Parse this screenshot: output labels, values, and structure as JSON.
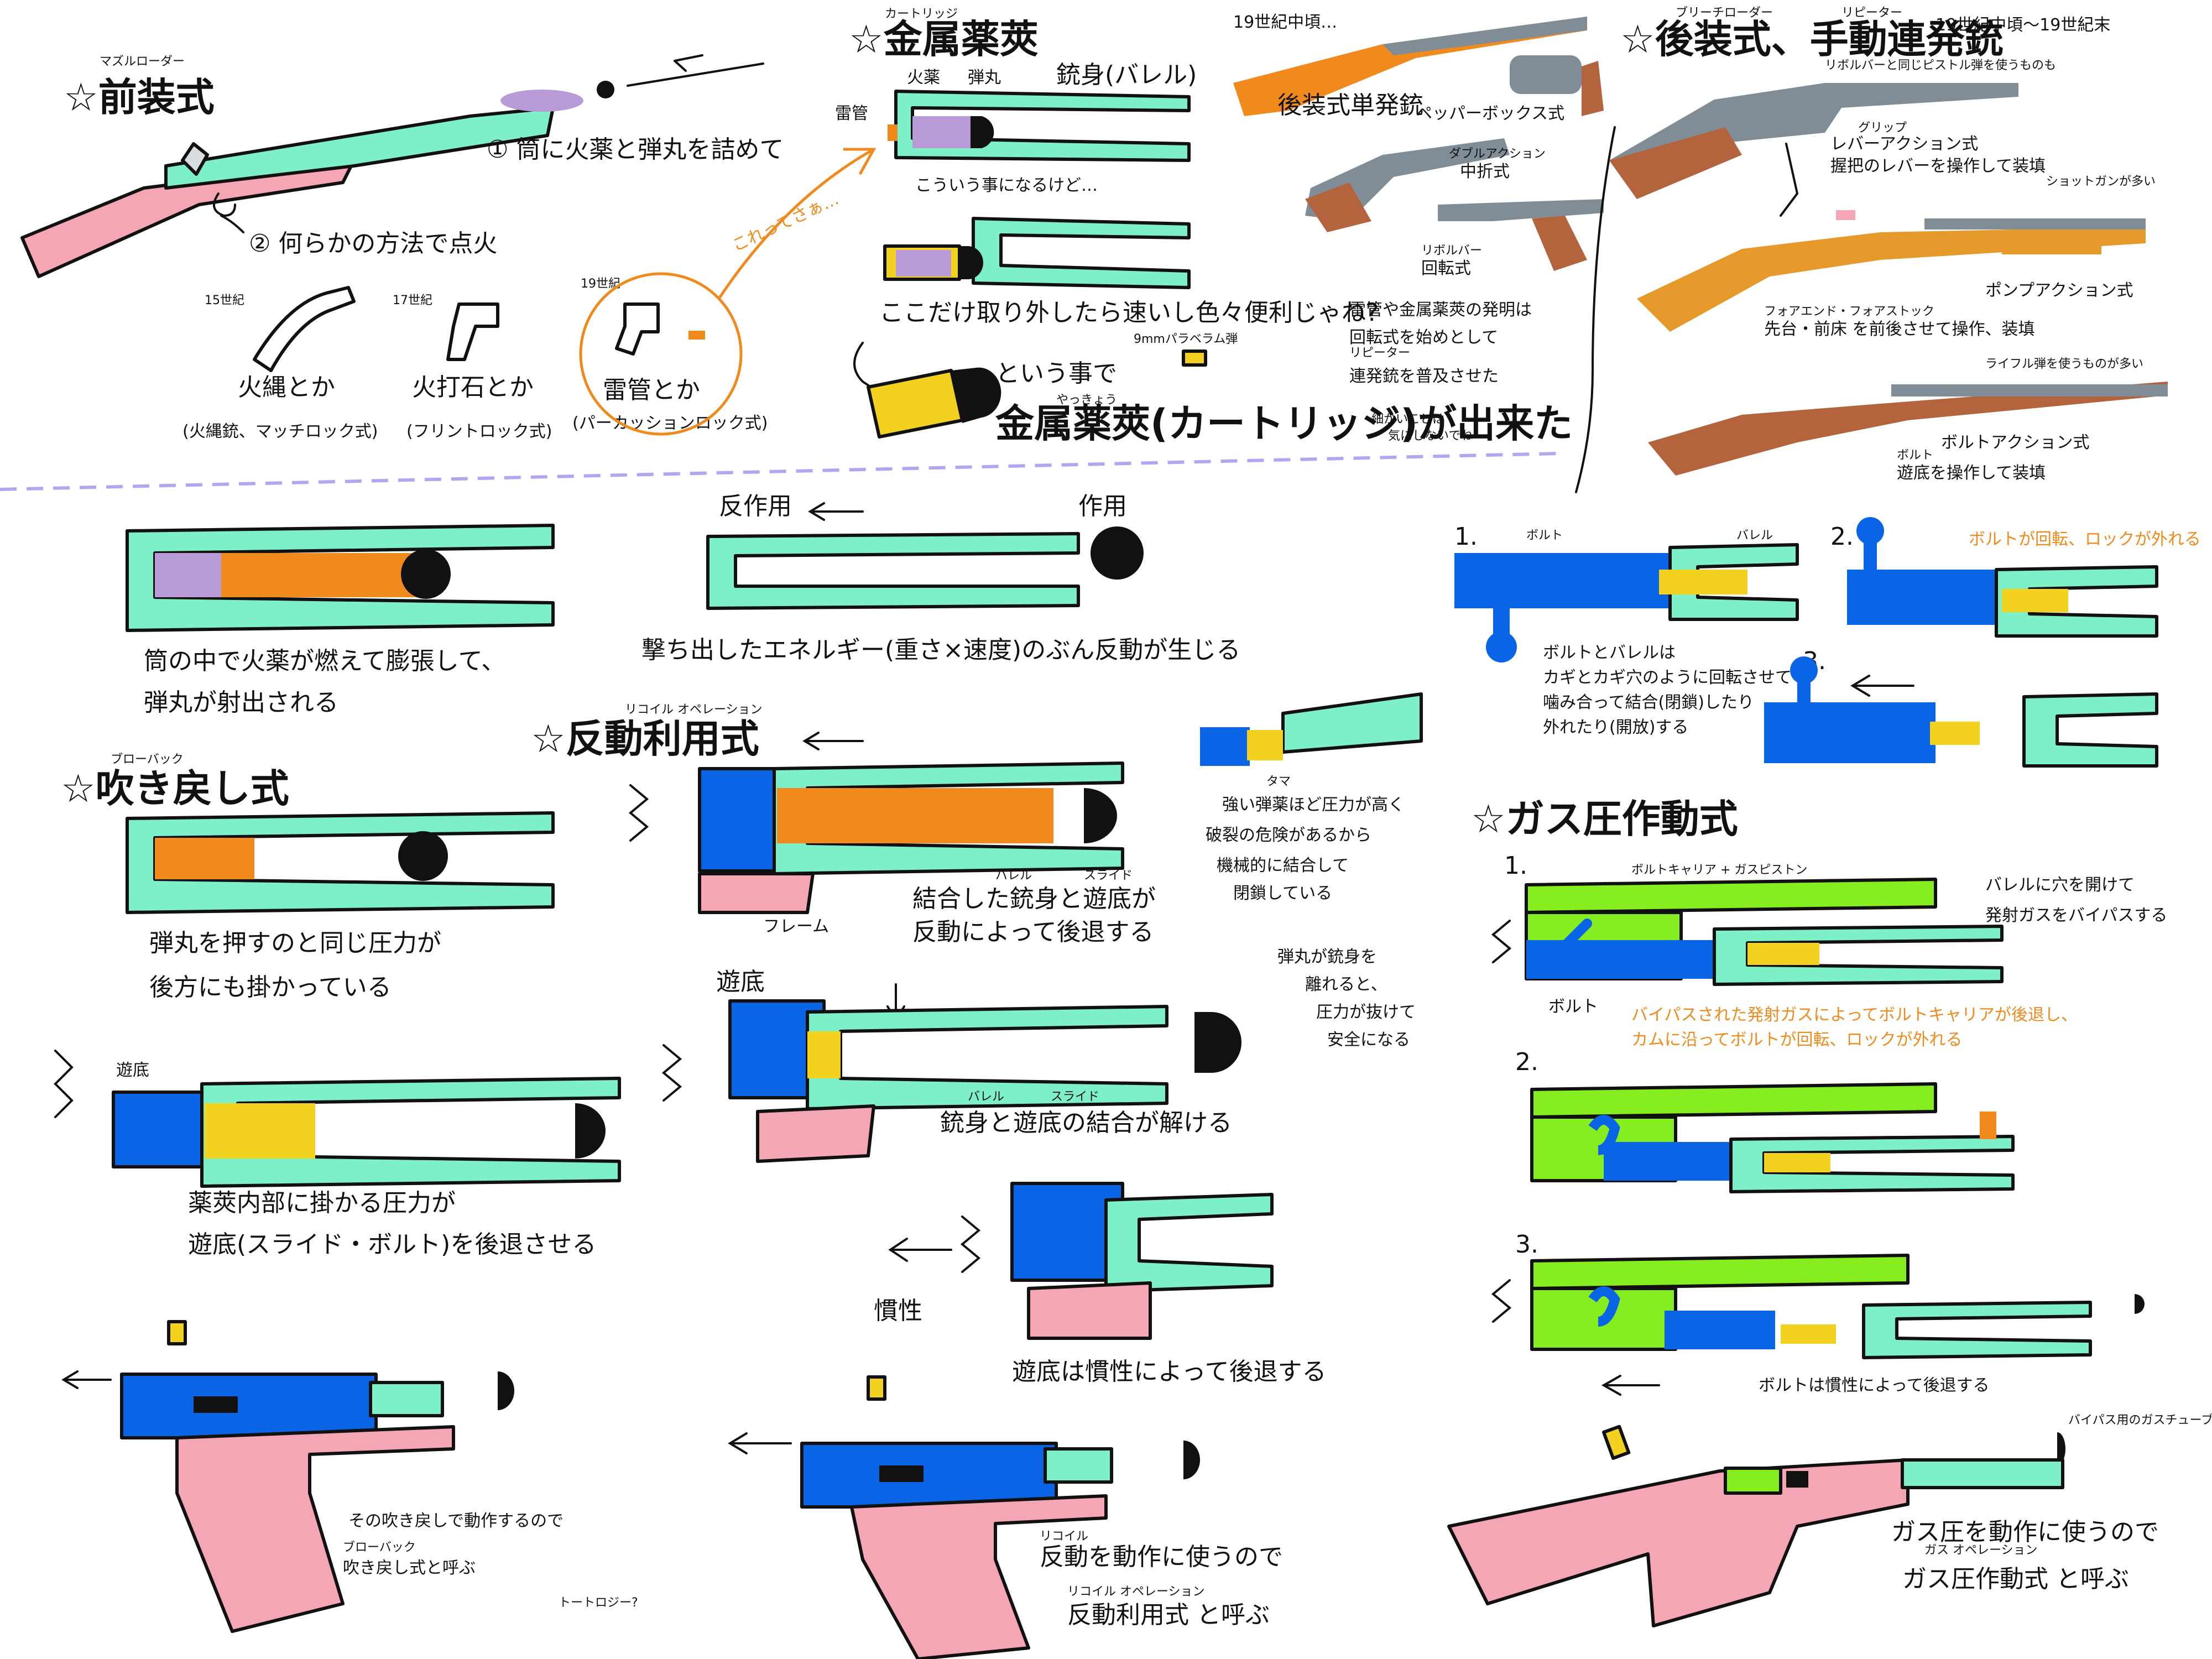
{
  "colors": {
    "mint": "#7ef0c8",
    "pink": "#f5a6b4",
    "blue": "#0a64e6",
    "yellow": "#f2d21e",
    "orange": "#f08a1c",
    "purple": "#b79ad6",
    "green": "#86ee1e",
    "gray": "#808c96",
    "brown": "#b4643c",
    "divider": "#b4a5f0"
  },
  "muzzle": {
    "ruby": "マズルローダー",
    "title": "☆前装式",
    "step1": "① 筒に火薬と弾丸を詰めて",
    "step2": "② 何らかの方法で点火",
    "era1": "15世紀",
    "era2": "17世紀",
    "era3": "19世紀",
    "m1": "火縄とか",
    "m2": "火打石とか",
    "m3": "雷管とか",
    "m1s": "(火縄銃、マッチロック式)",
    "m2s": "(フリントロック式)",
    "m3s": "(パーカッションロック式)",
    "this_note": "これってさぁ…"
  },
  "cartridge": {
    "ruby": "カートリッジ",
    "title": "☆金属薬莢",
    "powder": "火薬",
    "bullet": "弾丸",
    "barrel": "銃身(バレル)",
    "primer": "雷管",
    "would_be": "こういう事になるけど…",
    "detachable": "ここだけ取り外したら速いし色々便利じゃね?",
    "so": "という事で",
    "yakkyo_ruby": "やっきょう",
    "result": "金属薬莢(カートリッジ)が出来た",
    "tiny_note": "9mmパラベラム弾"
  },
  "breech": {
    "era_top": "19世紀中頃…",
    "single": "後装式単発銃",
    "pepper": "ペッパーボックス式",
    "double_ruby": "ダブルアクション",
    "double": "中折式",
    "revolver_ruby": "リボルバー",
    "revolver": "回転式",
    "note1": "雷管や金属薬莢の発明は",
    "note2": "回転式を始めとして",
    "note3": "連発銃を普及させた",
    "note_ruby": "リピーター",
    "small1": "細かいことは",
    "small2": "気にしないでね"
  },
  "repeater": {
    "ruby1": "ブリーチローダー",
    "ruby2": "リピーター",
    "title": "☆後装式、手動連発銃",
    "era": "19世紀中頃〜19世紀末",
    "pistol_note": "リボルバーと同じピストル弾を使うものも",
    "lever": "レバーアクション式",
    "lever_desc": "握把のレバーを操作して装填",
    "grip_ruby": "グリップ",
    "shotgun_note": "ショットガンが多い",
    "pump": "ポンプアクション式",
    "fore_ruby": "フォアエンド・フォアストック",
    "pump_desc": "先台・前床 を前後させて操作、装填",
    "rifle_note": "ライフル弾を使うものが多い",
    "bolt": "ボルトアクション式",
    "bolt_desc": "遊底を操作して装填",
    "bolt_ruby": "ボルト"
  },
  "physics": {
    "burn1": "筒の中で火薬が燃えて膨張して、",
    "burn2": "弾丸が射出される",
    "reaction": "反作用",
    "action": "作用",
    "energy": "撃ち出したエネルギー(重さ×速度)のぶん反動が生じる"
  },
  "blowback": {
    "ruby": "ブローバック",
    "title": "☆吹き戻し式",
    "press1": "弾丸を押すのと同じ圧力が",
    "press2": "後方にも掛かっている",
    "bolt_label": "遊底",
    "case1": "薬莢内部に掛かる圧力が",
    "case2": "遊底(スライド・ボルト)を後退させる",
    "end1": "その吹き戻しで動作するので",
    "end_ruby": "ブローバック",
    "end2": "吹き戻し式と呼ぶ",
    "taut": "トートロジー?"
  },
  "recoil": {
    "ruby": "リコイル オペレーション",
    "title": "☆反動利用式",
    "locked": "結合した銃身と遊底が",
    "locked_ruby1": "バレル",
    "locked_ruby2": "スライド",
    "locked2": "反動によって後退する",
    "frame": "フレーム",
    "strong1": "強い弾薬ほど圧力が高く",
    "strong_ruby": "タマ",
    "strong2": "破裂の危険があるから",
    "strong3": "機械的に結合して",
    "strong4": "閉鎖している",
    "bolt_label": "遊底",
    "leave1": "弾丸が銃身を",
    "leave2": "離れると、",
    "leave3": "圧力が抜けて",
    "leave4": "安全になる",
    "unlock": "銃身と遊底の結合が解ける",
    "inertia": "慣性",
    "inertia2": "遊底は慣性によって後退する",
    "end_ruby1": "リコイル",
    "end1": "反動を動作に使うので",
    "end_ruby2": "リコイル オペレーション",
    "end2": "反動利用式 と呼ぶ"
  },
  "rotary": {
    "n1": "1.",
    "n2": "2.",
    "n3": "3.",
    "bolt": "ボルト",
    "barrel": "バレル",
    "rotate": "ボルトが回転、ロックが外れる",
    "desc1": "ボルトとバレルは",
    "desc2": "カギとカギ穴のように回転させて",
    "desc3": "噛み合って結合(閉鎖)したり",
    "desc4": "外れたり(開放)する"
  },
  "gas": {
    "title": "☆ガス圧作動式",
    "n1": "1.",
    "n2": "2.",
    "n3": "3.",
    "carrier": "ボルトキャリア + ガスピストン",
    "bolt": "ボルト",
    "hole1": "バレルに穴を開けて",
    "hole2": "発射ガスをバイパスする",
    "bypass1": "バイパスされた発射ガスによってボルトキャリアが後退し、",
    "bypass2": "カムに沿ってボルトが回転、ロックが外れる",
    "inertia": "ボルトは慣性によって後退する",
    "tube": "バイパス用のガスチューブ",
    "end_ruby": "ガス オペレーション",
    "end1": "ガス圧を動作に使うので",
    "end2": "ガス圧作動式 と呼ぶ"
  }
}
